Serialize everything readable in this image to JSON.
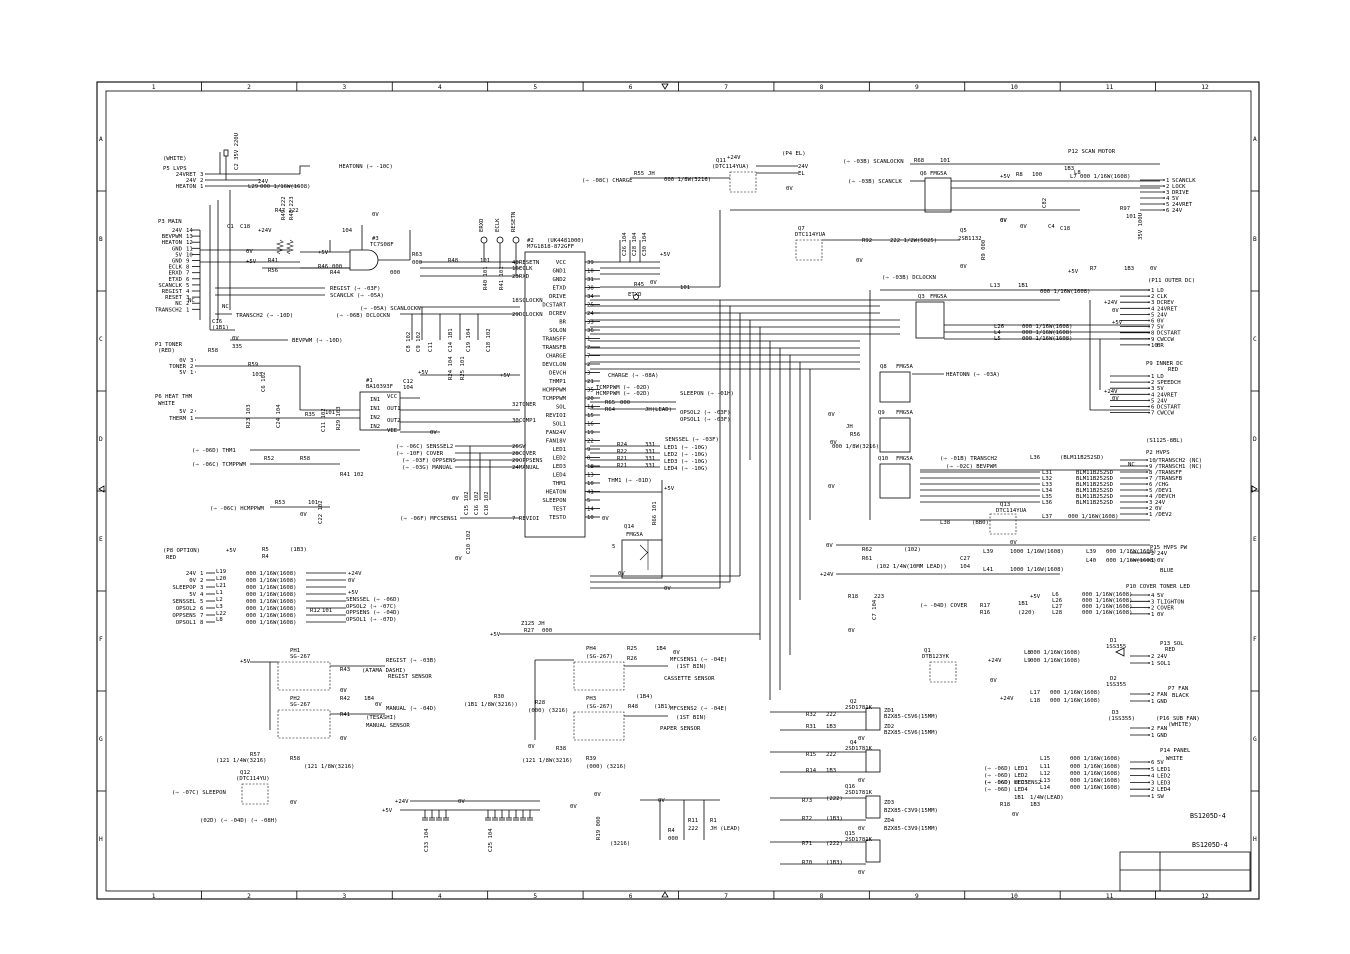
{
  "grid": {
    "columns": [
      "1",
      "2",
      "3",
      "4",
      "5",
      "6",
      "7",
      "8",
      "9",
      "10",
      "11",
      "12"
    ],
    "rows": [
      "A",
      "B",
      "C",
      "D",
      "E",
      "F",
      "G",
      "H"
    ]
  },
  "drawing_number": "BS1205D-4",
  "connectors": {
    "p5": {
      "title": "(WHITE)",
      "name": "P5 LVPS",
      "pins": [
        "24VRET",
        "24V",
        "HEATON"
      ],
      "nums": [
        "3",
        "2",
        "1"
      ]
    },
    "p3": {
      "name": "P3 MAIN",
      "pins": [
        "24V",
        "BEVPWM",
        "HEATON",
        "GND",
        "5V",
        "GND",
        "ECLK",
        "ERXD",
        "ETXD",
        "SCANCLK",
        "REGIST",
        "RESET",
        "NC",
        "TRANSCH2"
      ],
      "nums": [
        "14",
        "13",
        "12",
        "11",
        "10",
        "9",
        "8",
        "7",
        "6",
        "5",
        "4",
        "3",
        "2",
        "1"
      ]
    },
    "p1": {
      "name": "P1 TONER",
      "color": "(RED)",
      "pins": [
        "0V",
        "TONER",
        "5V"
      ],
      "nums": [
        "3",
        "2",
        "1"
      ]
    },
    "p6": {
      "name": "P6 HEAT THM",
      "color": "WHITE",
      "pins": [
        "5V",
        "THERM"
      ],
      "nums": [
        "2",
        "1"
      ]
    },
    "p8": {
      "name": "(P8 OPTION)",
      "color": "RED",
      "pins": [
        "24V",
        "0V",
        "SLEEPOP",
        "5V",
        "SENSSEL",
        "OPSOL2",
        "OPPSENS",
        "OPSOL1"
      ],
      "nums": [
        "1",
        "2",
        "3",
        "4",
        "5",
        "6",
        "7",
        "8"
      ]
    },
    "p12": {
      "name": "P12 SCAN MOTOR",
      "pins": [
        "SCANCLK",
        "LOCK",
        "DRIVE",
        "5V",
        "24VRET",
        "24V"
      ],
      "nums": [
        "1",
        "2",
        "3",
        "4",
        "5",
        "6"
      ]
    },
    "p4": {
      "name": "(P4 EL)",
      "pins": [
        "24V",
        "EL"
      ],
      "nums": [
        "2",
        "1"
      ]
    },
    "p11": {
      "name": "(P11 OUTER DC)",
      "pins": [
        "LD",
        "CLK",
        "DCREV",
        "24VRET",
        "24V",
        "0V",
        "5V",
        "DCSTART",
        "CWCCW",
        "BR"
      ],
      "nums": [
        "1",
        "2",
        "3",
        "4",
        "5",
        "6",
        "7",
        "8",
        "9",
        "10"
      ]
    },
    "p9": {
      "name": "P9 INNER DC",
      "color": "RED",
      "pins": [
        "LD",
        "SPEEDCH",
        "5V",
        "24VRET",
        "24V",
        "DCSTART",
        "CWCCW"
      ],
      "nums": [
        "1",
        "2",
        "3",
        "4",
        "5",
        "6",
        "7"
      ]
    },
    "p2": {
      "name": "P2 HVPS",
      "title": "(S1125-8BL)",
      "pins": [
        "/TRANSCH2 (NC)",
        "/TRANSCH1 (NC)",
        "/TRANSFF",
        "/TRANSFB",
        "/CHG",
        "/DEV1",
        "/DEVCH",
        "24V",
        "0V",
        "/DEV2"
      ],
      "nums": [
        "10",
        "9",
        "8",
        "7",
        "6",
        "5",
        "4",
        "3",
        "2",
        "1"
      ]
    },
    "p15": {
      "name": "P15 HVPS PW",
      "color": "BLUE",
      "pins": [
        "24V",
        "0V"
      ],
      "nums": [
        "2",
        "1"
      ]
    },
    "p10": {
      "name": "P10 COVER TONER LED",
      "pins": [
        "5V",
        "TLIGHTON",
        "COVER",
        "0V"
      ],
      "nums": [
        "4",
        "3",
        "2",
        "1"
      ]
    },
    "p13": {
      "name": "P13 SOL",
      "color": "RED",
      "pins": [
        "24V",
        "SOL1"
      ],
      "nums": [
        "2",
        "1"
      ]
    },
    "p7": {
      "name": "P7 FAN",
      "color": "BLACK",
      "pins": [
        "FAN",
        "GND"
      ],
      "nums": [
        "2",
        "1"
      ]
    },
    "p16": {
      "name": "(P16 SUB FAN)",
      "color": "(WHITE)",
      "pins": [
        "FAN",
        "GND"
      ],
      "nums": [
        "2",
        "1"
      ]
    },
    "p14": {
      "name": "P14 PANEL",
      "color": "WHITE",
      "pins": [
        "5V",
        "LED1",
        "LED2",
        "LED3",
        "LED4",
        "SW"
      ],
      "nums": [
        "6",
        "5",
        "4",
        "3",
        "2",
        "1"
      ]
    }
  },
  "ics": {
    "u1": {
      "ref": "#2",
      "part": "(UK4481000)",
      "sub": "M7G1818-872GFF"
    },
    "u2": {
      "ref": "#1",
      "part": "BA10393F"
    },
    "u3": {
      "ref": "#3",
      "part": "TC7S08F"
    }
  },
  "u1_left_pins": [
    {
      "n": "48",
      "l": "RESETN"
    },
    {
      "n": "16",
      "l": "ECLK"
    },
    {
      "n": "23",
      "l": "RXD"
    },
    {
      "n": "18",
      "l": "SCLOCKN"
    },
    {
      "n": "29",
      "l": "DCLOCKN"
    },
    {
      "n": "32",
      "l": "TONER"
    },
    {
      "n": "30",
      "l": "COMP1"
    },
    {
      "n": "26",
      "l": "SW"
    },
    {
      "n": "28",
      "l": "COVER"
    },
    {
      "n": "29",
      "l": "OPPSENS"
    },
    {
      "n": "24",
      "l": "MANUAL"
    },
    {
      "n": "7",
      "l": "REVIOI"
    }
  ],
  "u1_right_pins": [
    {
      "n": "39",
      "l": "VCC"
    },
    {
      "n": "10",
      "l": "GND1"
    },
    {
      "n": "31",
      "l": "GND2"
    },
    {
      "n": "38",
      "l": "ETXD"
    },
    {
      "n": "34",
      "l": "DRIVE"
    },
    {
      "n": "25",
      "l": "DCSTART"
    },
    {
      "n": "24",
      "l": "DCREV"
    },
    {
      "n": "33",
      "l": "BR"
    },
    {
      "n": "36",
      "l": "SOLON"
    },
    {
      "n": "1",
      "l": "TRANSFF"
    },
    {
      "n": "2",
      "l": "TRANSFB"
    },
    {
      "n": "7",
      "l": "CHARGE"
    },
    {
      "n": "2",
      "l": "DEVCLON"
    },
    {
      "n": "3",
      "l": "DEVCH"
    },
    {
      "n": "21",
      "l": "THMP1"
    },
    {
      "n": "35",
      "l": "HCMPPWM"
    },
    {
      "n": "20",
      "l": "TCMPPWM"
    },
    {
      "n": "14",
      "l": "SOL"
    },
    {
      "n": "15",
      "l": "REVIOI"
    },
    {
      "n": "16",
      "l": "SOL1"
    },
    {
      "n": "19",
      "l": "FAN24V"
    },
    {
      "n": "22",
      "l": "FAN18V"
    },
    {
      "n": "9",
      "l": "LED1"
    },
    {
      "n": "8",
      "l": "LED2"
    },
    {
      "n": "18",
      "l": "LED3"
    },
    {
      "n": "13",
      "l": "LED4"
    },
    {
      "n": "10",
      "l": "THM1"
    },
    {
      "n": "41",
      "l": "HEATON"
    },
    {
      "n": "5",
      "l": "SLEEPON"
    },
    {
      "n": "14",
      "l": "TEST"
    },
    {
      "n": "10",
      "l": "TESTO"
    }
  ],
  "labels": {
    "heatonn": "HEATONN (⇒ -10C)",
    "charge_in": "(⇒ -08C)   CHARGE",
    "charge_out": "CHARGE (⇒ -08A)",
    "scanlockn_in": "(⇒ -03B)  SCANLOCKN",
    "scanclk_in": "(⇒ -03B)  SCANCLK",
    "dclockn_in": "(⇒ -03B)  DCLOCKN",
    "regist_out": "REGIST (⇒ -03F)",
    "scanclk_out": "SCANCLK (⇒ -05A)",
    "scanlockn_out": "(⇒ -05A)  SCANLOCKN",
    "dclockn_out": "(⇒ -06B)  DCLOCKN",
    "transch2_out": "TRANSCH2 (⇒ -10D)",
    "bevpwm_out": "BEVPWM (⇒ -10D)",
    "thm1": "(⇒ -06D)  THM1",
    "tcmppwm": "(⇒ -06C)  TCMPPWM",
    "hcmppwm": "(⇒ -06C)  HCMPPWM",
    "mfcsens1": "(⇒ -06F)  MFCSENS1",
    "sensel2": "(⇒ -06C)  SENSSEL2",
    "cover_in": "(⇒ -10F)  COVER",
    "oppsens_in": "(⇒ -03F)  OPPSENS",
    "manual_in": "(⇒ -03G)  MANUAL",
    "tcmppwm2": "TCMPPWM (⇒ -02D)",
    "hcmppwm2": "HCMPPWM (⇒ -02D)",
    "sleepon": "SLEEPON (⇒ -01H)",
    "opsol2": "OPSOL2 (⇒ -03F)",
    "opsol1": "OPSOL1 (⇒ -03F)",
    "sensel": "SENSSEL (⇒ -03F)",
    "led1": "LED1 (⇒ -10G)",
    "led2": "LED2 (⇒ -10G)",
    "led3": "LED3 (⇒ -10G)",
    "led4": "LED4 (⇒ -10G)",
    "thm1_out": "THM1 (⇒ -01D)",
    "heatonn_out": "HEATONN (⇒ -03A)",
    "transch2_in": "(⇒ -01B)  TRANSCH2",
    "bevpwm_in": "(⇒ -02C) BEVPWM",
    "cover_out": "(⇒ -04D)  COVER",
    "mfcsens2": "(⇒ -06D) MFCSENS2",
    "led_in": [
      "(⇒ -06D) LED1",
      "(⇒ -06D) LED2",
      "(⇒ -06D) LED3",
      "(⇒ -06D) LED4"
    ],
    "sleepon_in": "(⇒ -07C)   SLEEPON",
    "sleepon_refs": "(02D) (⇒ -04D)  (⇒ -08H)",
    "sensel_in": "SENSSEL (⇒ -06D)",
    "opsol2_in": "OPSOL2 (⇒ -07C)",
    "oppsens_out": "OPPSENS (⇒ -04D)",
    "opsol1_in": "OPSOL1 (⇒ -07D)",
    "regist_sens": "REGIST (⇒ -03B)",
    "manual_sens": "MANUAL (⇒ -04D)",
    "mfcsens1_sens": "MFCSENS1 (⇒ -04E)",
    "mfcsens2_sens": "MFCSENS2 (⇒ -04E)",
    "regist_sensor": "REGIST SENSOR",
    "manual_sensor": "MANUAL SENSOR",
    "atama": "(ATAMA DASHI)",
    "tesashi": "(TESASHI)",
    "cassette_sensor": "CASSETTE SENSOR",
    "paper_sensor": "PAPER SENSOR",
    "first_bin": "(1ST BIN)"
  },
  "parts": {
    "ph1": "PH1",
    "ph1t": "SG-267",
    "ph2": "PH2",
    "ph2t": "SG-267",
    "ph4": "PH4",
    "ph4t": "(SG-267)",
    "ph3": "PH3",
    "ph3t": "(SG-267)",
    "q11": "Q11",
    "q11t": "(DTC114YUA)",
    "q6": "Q6",
    "q6t": "FMG5A",
    "q7": "Q7",
    "q7t": "DTC114YUA",
    "q5": "Q5",
    "q5t": "2SB1132",
    "q3": "Q3",
    "q3t": "FMG5A",
    "q8": "Q8",
    "q8t": "FMG5A",
    "q9": "Q9",
    "q9t": "FMG5A",
    "q10": "Q10",
    "q10t": "FMG5A",
    "q13": "Q13",
    "q13t": "DTC114YUA",
    "q14": "Q14",
    "q14t": "FMG5A",
    "q1": "Q1",
    "q1t": "DTB123YK",
    "q2": "Q2",
    "q2t": "2SD1781K",
    "q4": "Q4",
    "q4t": "2SD1781K",
    "q16": "Q16",
    "q16t": "2SD1781K",
    "q15": "Q15",
    "q15t": "2SD1781K",
    "q12": "Q12",
    "q12t": "(DTC114YU)",
    "zd1": "ZD1",
    "zd1t": "BZX85-C5V6(15MM)",
    "zd2": "ZD2",
    "zd2t": "BZX85-C5V6(15MM)",
    "zd3": "ZD3",
    "zd3t": "BZX85-C3V9(15MM)",
    "zd4": "ZD4",
    "zd4t": "BZX85-C3V9(15MM)",
    "d1": "D1",
    "d1t": "1SS355",
    "d2": "D2",
    "d2t": "1SS355",
    "d3": "D3",
    "d3t": "(1SS355)"
  },
  "rails": {
    "p24": "+24V",
    "p5": "+5V",
    "v24": "24V",
    "v5": "5V",
    "v0": "0V"
  }
}
